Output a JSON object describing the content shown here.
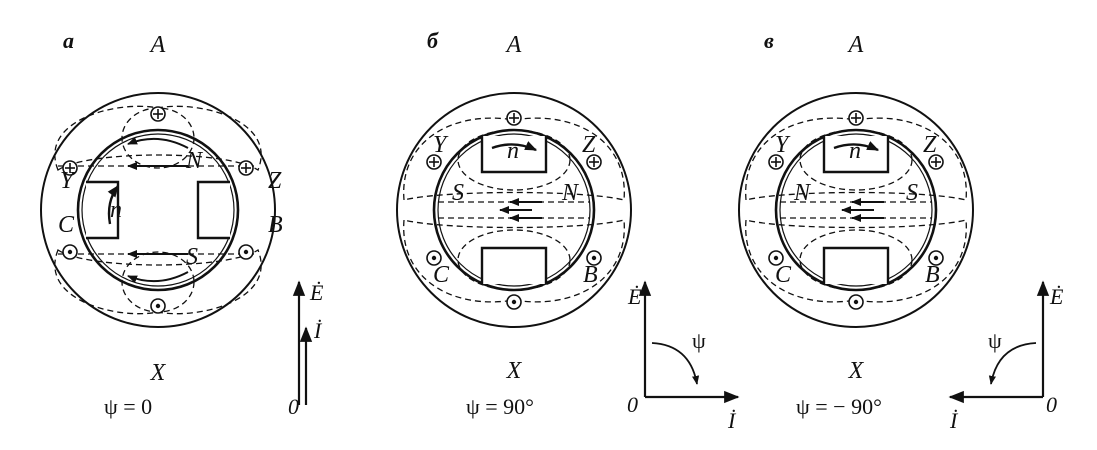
{
  "panels": [
    {
      "letter": "а",
      "top": "A",
      "bottom": "X",
      "left_upper": "Y",
      "right_upper": "Z",
      "left_lower": "C",
      "right_lower": "B",
      "rotor_n": "n",
      "pole_north": "N",
      "pole_south": "S",
      "psi_caption": "ψ = 0",
      "vec_origin": "0",
      "vec_E": "Ė",
      "vec_I": "İ"
    },
    {
      "letter": "б",
      "top": "A",
      "bottom": "X",
      "left_upper": "Y",
      "right_upper": "Z",
      "left_lower": "C",
      "right_lower": "B",
      "rotor_n": "n",
      "pole_left": "S",
      "pole_right": "N",
      "psi_caption": "ψ = 90°",
      "vec_origin": "0",
      "vec_E": "Ė",
      "vec_I": "İ",
      "vec_psi": "ψ"
    },
    {
      "letter": "в",
      "top": "A",
      "bottom": "X",
      "left_upper": "Y",
      "right_upper": "Z",
      "left_lower": "C",
      "right_lower": "B",
      "rotor_n": "n",
      "pole_left": "N",
      "pole_right": "S",
      "psi_caption": "ψ = − 90°",
      "vec_origin": "0",
      "vec_E": "Ė",
      "vec_I": "İ",
      "vec_psi": "ψ"
    }
  ]
}
